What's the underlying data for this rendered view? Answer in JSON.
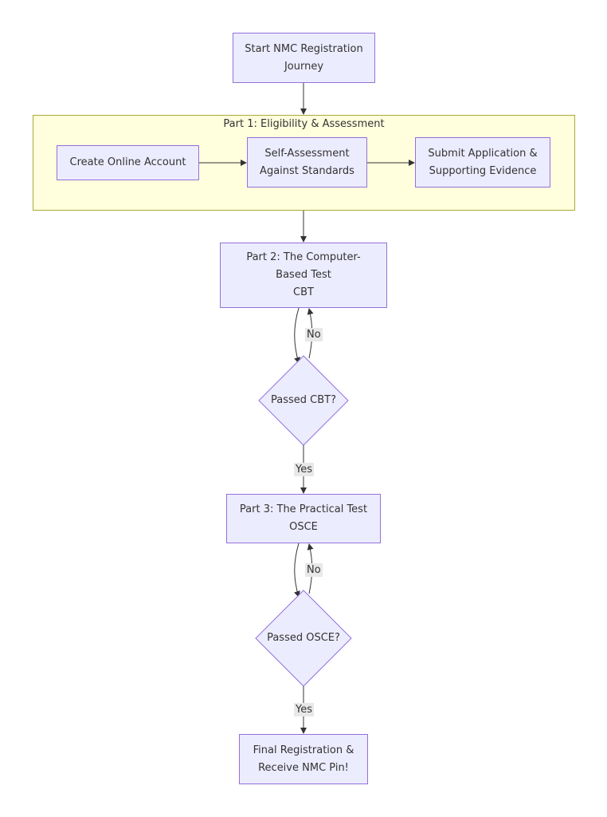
{
  "colors": {
    "node_fill": "#ECECFF",
    "node_stroke": "#9370DB",
    "cluster_fill": "#ffffde",
    "cluster_stroke": "#aaaa33",
    "edge": "#333333",
    "edge_label_bg": "#e8e8e8"
  },
  "nodes": {
    "start": {
      "lines": [
        "Start NMC Registration",
        "Journey"
      ]
    },
    "create_account": {
      "lines": [
        "Create Online Account"
      ]
    },
    "self_assessment": {
      "lines": [
        "Self-Assessment",
        "Against Standards"
      ]
    },
    "submit_application": {
      "lines": [
        "Submit Application &",
        "Supporting Evidence"
      ]
    },
    "cbt": {
      "lines": [
        "Part 2: The Computer-",
        "Based Test",
        "CBT"
      ]
    },
    "passed_cbt": {
      "label": "Passed CBT?"
    },
    "osce": {
      "lines": [
        "Part 3: The Practical Test",
        "OSCE"
      ]
    },
    "passed_osce": {
      "label": "Passed OSCE?"
    },
    "final": {
      "lines": [
        "Final Registration &",
        "Receive NMC Pin!"
      ]
    }
  },
  "cluster": {
    "title": "Part 1: Eligibility & Assessment"
  },
  "edge_labels": {
    "cbt_no": "No",
    "cbt_yes": "Yes",
    "osce_no": "No",
    "osce_yes": "Yes"
  }
}
